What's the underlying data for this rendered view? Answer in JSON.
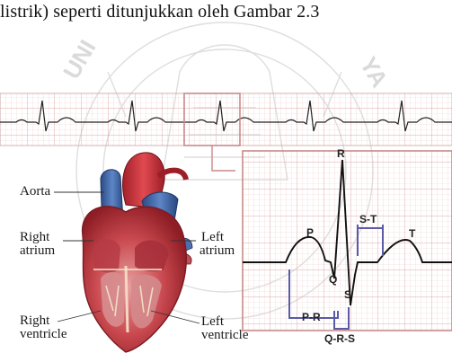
{
  "caption": {
    "text": "listrik) seperti ditunjukkan oleh Gambar 2.3"
  },
  "heart_labels": {
    "aorta": "Aorta",
    "right_atrium_line1": "Right",
    "right_atrium_line2": "atrium",
    "left_atrium_line1": "Left",
    "left_atrium_line2": "atrium",
    "right_ventricle_line1": "Right",
    "right_ventricle_line2": "ventricle",
    "left_ventricle_line1": "Left",
    "left_ventricle_line2": "ventricle"
  },
  "ecg_labels": {
    "p": "P",
    "q": "Q",
    "r": "R",
    "s": "S",
    "t": "T",
    "st": "S-T",
    "pr": "P-R",
    "qrs": "Q-R-S"
  },
  "colors": {
    "grid": "#e4b4b4",
    "trace": "#111111",
    "bracket": "#5a5aa6",
    "watermark": "#cccccc",
    "zoom_box": "#c98a8a"
  }
}
